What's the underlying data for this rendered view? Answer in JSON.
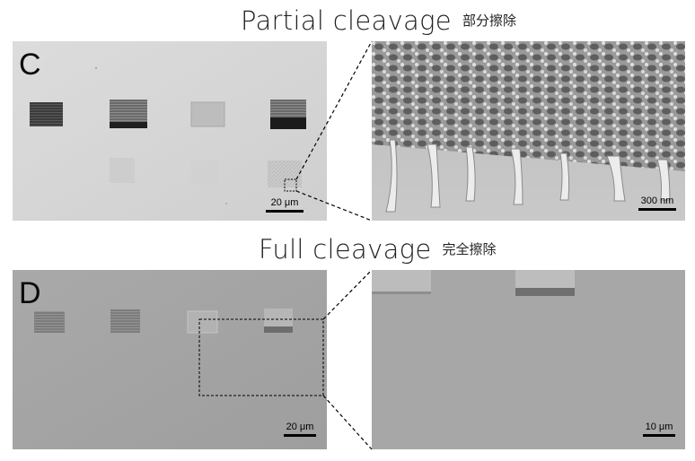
{
  "panel_c": {
    "letter": "C",
    "heading": "Partial cleavage",
    "heading_cn": "部分擦除",
    "scale_left": "20 μm",
    "scale_right": "300 nm"
  },
  "panel_d": {
    "letter": "D",
    "heading": "Full cleavage",
    "heading_cn": "完全擦除",
    "scale_left": "20 μm",
    "scale_right": "10 μm"
  },
  "colors": {
    "background_c": "#d6d6d6",
    "background_d": "#a4a4a4"
  }
}
